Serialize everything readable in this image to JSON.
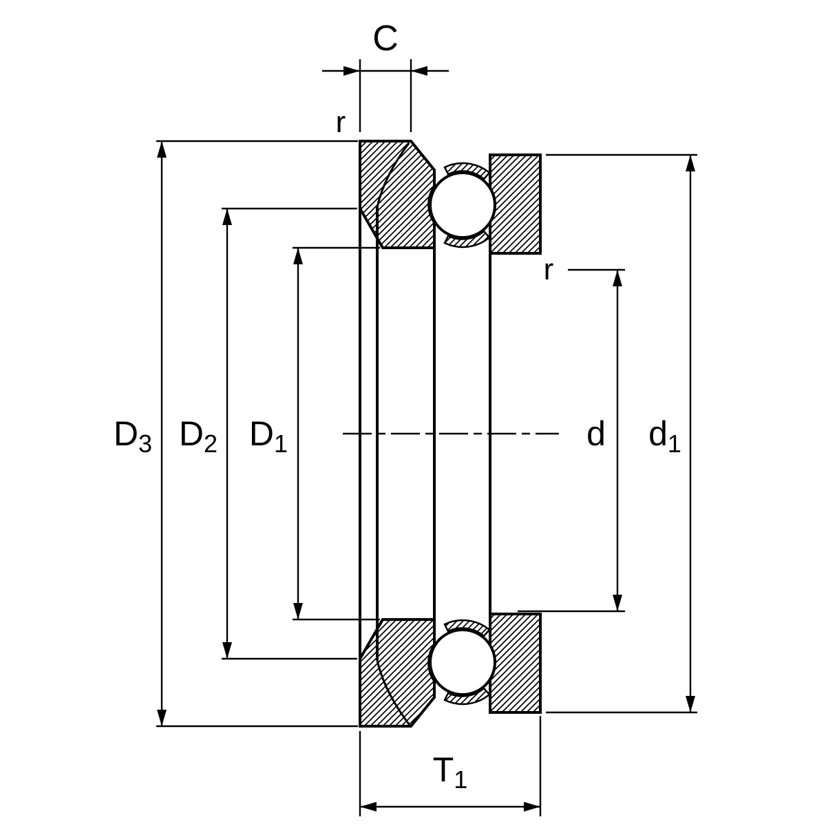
{
  "diagram": {
    "colors": {
      "line": "#000000",
      "background": "#ffffff"
    },
    "labels": {
      "c": "C",
      "r_top": "r",
      "r_right": "r",
      "d3_main": "D",
      "d3_sub": "3",
      "d2_main": "D",
      "d2_sub": "2",
      "d1l_main": "D",
      "d1l_sub": "1",
      "d_main": "d",
      "d1r_main": "d",
      "d1r_sub": "1",
      "t1_main": "T",
      "t1_sub": "1"
    }
  }
}
